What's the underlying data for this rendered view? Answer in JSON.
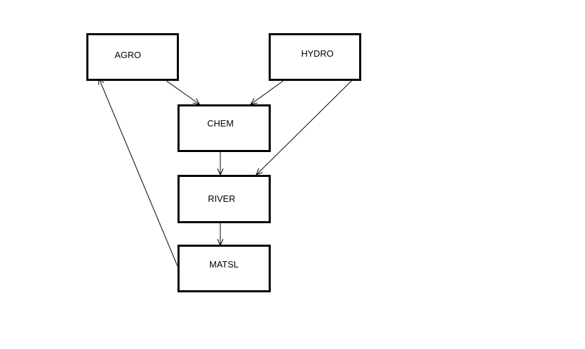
{
  "diagram": {
    "nodes": [
      {
        "id": "agro",
        "label": "AGRO"
      },
      {
        "id": "hydro",
        "label": "HYDRO"
      },
      {
        "id": "chem",
        "label": "CHEM"
      },
      {
        "id": "river",
        "label": "RIVER"
      },
      {
        "id": "matsl",
        "label": "MATSL"
      }
    ],
    "edges": [
      {
        "from": "agro",
        "to": "chem"
      },
      {
        "from": "hydro",
        "to": "chem"
      },
      {
        "from": "hydro",
        "to": "river"
      },
      {
        "from": "chem",
        "to": "river"
      },
      {
        "from": "river",
        "to": "matsl"
      },
      {
        "from": "matsl",
        "to": "agro"
      }
    ],
    "colors": {
      "stroke": "#000000",
      "background": "#ffffff"
    }
  }
}
